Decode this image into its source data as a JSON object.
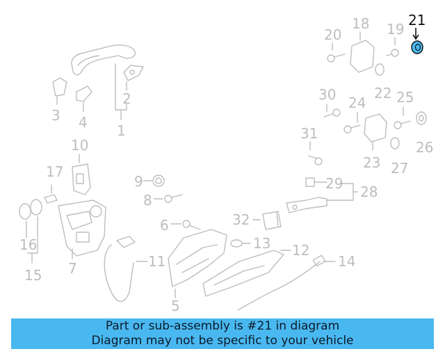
{
  "diagram": {
    "highlighted_part": "21",
    "highlight_color": "#4ab8f0",
    "part_color": "#bdbdbd",
    "callouts": [
      "1",
      "2",
      "3",
      "4",
      "5",
      "6",
      "7",
      "8",
      "9",
      "10",
      "11",
      "12",
      "13",
      "14",
      "15",
      "16",
      "17",
      "18",
      "19",
      "20",
      "21",
      "22",
      "23",
      "24",
      "25",
      "26",
      "27",
      "28",
      "29",
      "30",
      "31",
      "32"
    ]
  },
  "banner": {
    "line1": "Part or sub-assembly is #21 in diagram",
    "line2": "Diagram may not be specific to your vehicle",
    "background": "#4ab8f0"
  }
}
